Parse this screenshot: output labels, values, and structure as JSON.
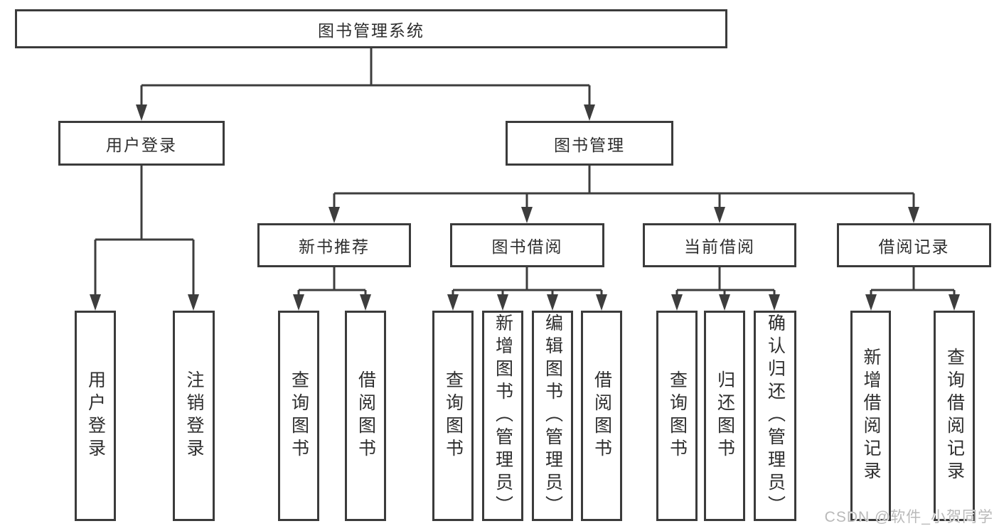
{
  "tree": {
    "label": "图书管理系统",
    "children": [
      {
        "label": "用户登录",
        "children": [
          {
            "label": "用户登录"
          },
          {
            "label": "注销登录"
          }
        ]
      },
      {
        "label": "图书管理",
        "children": [
          {
            "label": "新书推荐",
            "children": [
              {
                "label": "查询图书"
              },
              {
                "label": "借阅图书"
              }
            ]
          },
          {
            "label": "图书借阅",
            "children": [
              {
                "label": "查询图书"
              },
              {
                "label": "新增图书（管理员）"
              },
              {
                "label": "编辑图书（管理员）"
              },
              {
                "label": "借阅图书"
              }
            ]
          },
          {
            "label": "当前借阅",
            "children": [
              {
                "label": "查询图书"
              },
              {
                "label": "归还图书"
              },
              {
                "label": "确认归还（管理员）"
              }
            ]
          },
          {
            "label": "借阅记录",
            "children": [
              {
                "label": "新增借阅记录"
              },
              {
                "label": "查询借阅记录"
              }
            ]
          }
        ]
      }
    ]
  },
  "watermark": {
    "text": "CSDN @软件_小贺同学"
  },
  "colors": {
    "line": "#3d3d3d",
    "box_border": "#3b3b3b",
    "text": "#2e2e2e",
    "watermark": "#b9b9b9",
    "background": "#ffffff"
  }
}
